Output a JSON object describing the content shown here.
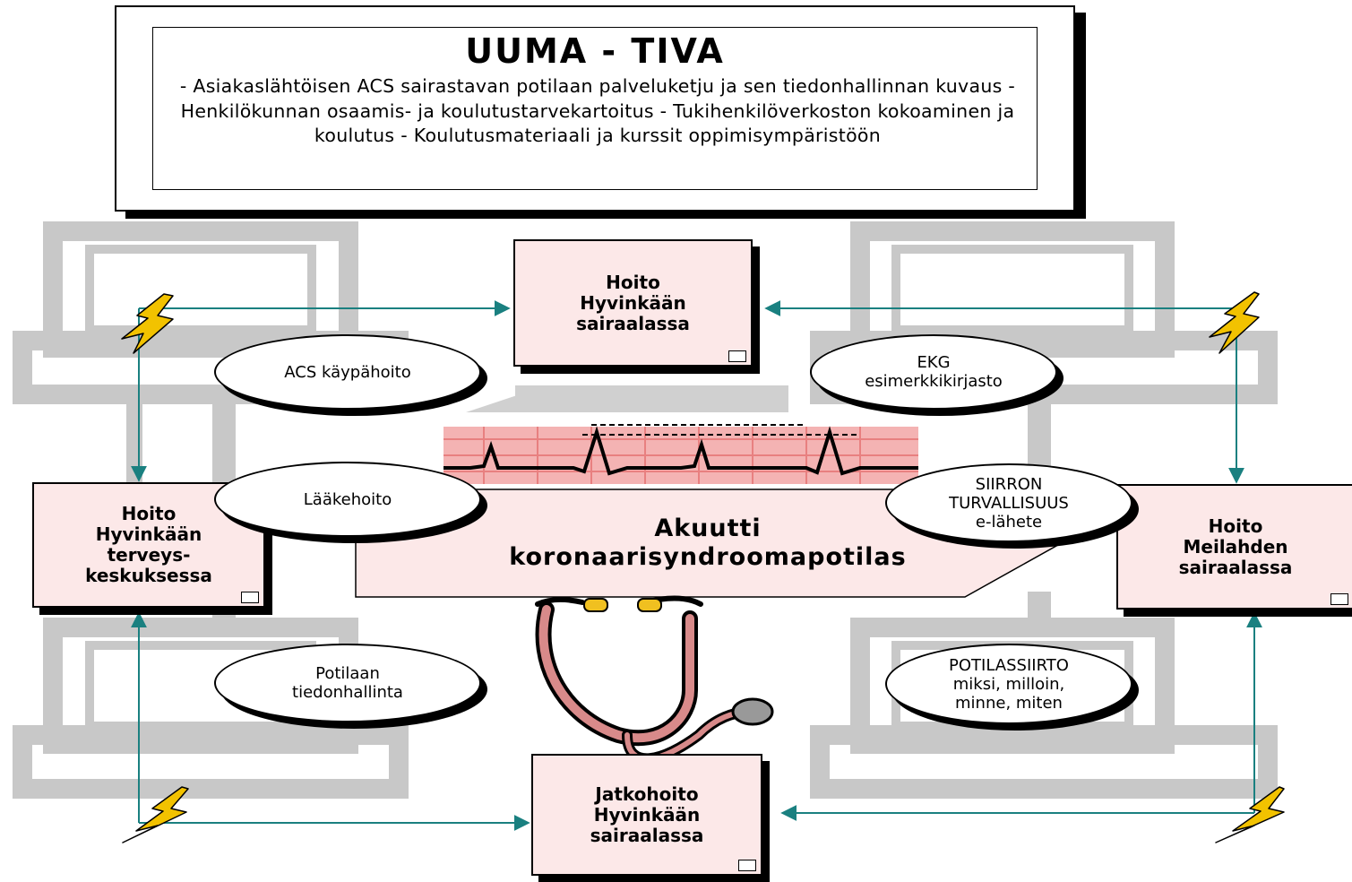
{
  "header": {
    "title": "UUMA - TIVA",
    "subtitle": "- Asiakaslähtöisen ACS sairastavan potilaan palveluketju ja sen tiedonhallinnan kuvaus - Henkilökunnan osaamis- ja koulutustarvekartoitus - Tukihenkilöverkoston kokoaminen ja koulutus  - Koulutusmateriaali ja kurssit oppimisympäristöön"
  },
  "nodes": {
    "top": "Hoito\nHyvinkään\nsairaalassa",
    "left": "Hoito\nHyvinkään\nterveys-\nkeskuksessa",
    "right": "Hoito\nMeilahden\nsairaalassa",
    "bottom": "Jatkohoito\nHyvinkään\nsairaalassa"
  },
  "center": {
    "label": "Akuutti\nkoronaarisyndroomapotilas"
  },
  "ovals": {
    "acs": "ACS käypähoito",
    "ekg": "EKG\nesimerkkikirjasto",
    "laake": "Lääkehoito",
    "siirron": "SIIRRON\nTURVALLISUUS\ne-lähete",
    "potilaan": "Potilaan\ntiedonhallinta",
    "potilassiirto": "POTILASSIIRTO\nmiksi, milloin,\nminne, miten"
  },
  "colors": {
    "arrow": "#1a8080",
    "node_fill": "#fce8e8",
    "computer_gray": "#c8c8c8",
    "lightning_fill": "#f2c200"
  },
  "icons": {
    "monitor": "computer-icon",
    "bolt": "lightning-icon",
    "ecg": "ecg-strip-icon",
    "stethoscope": "stethoscope-icon"
  }
}
